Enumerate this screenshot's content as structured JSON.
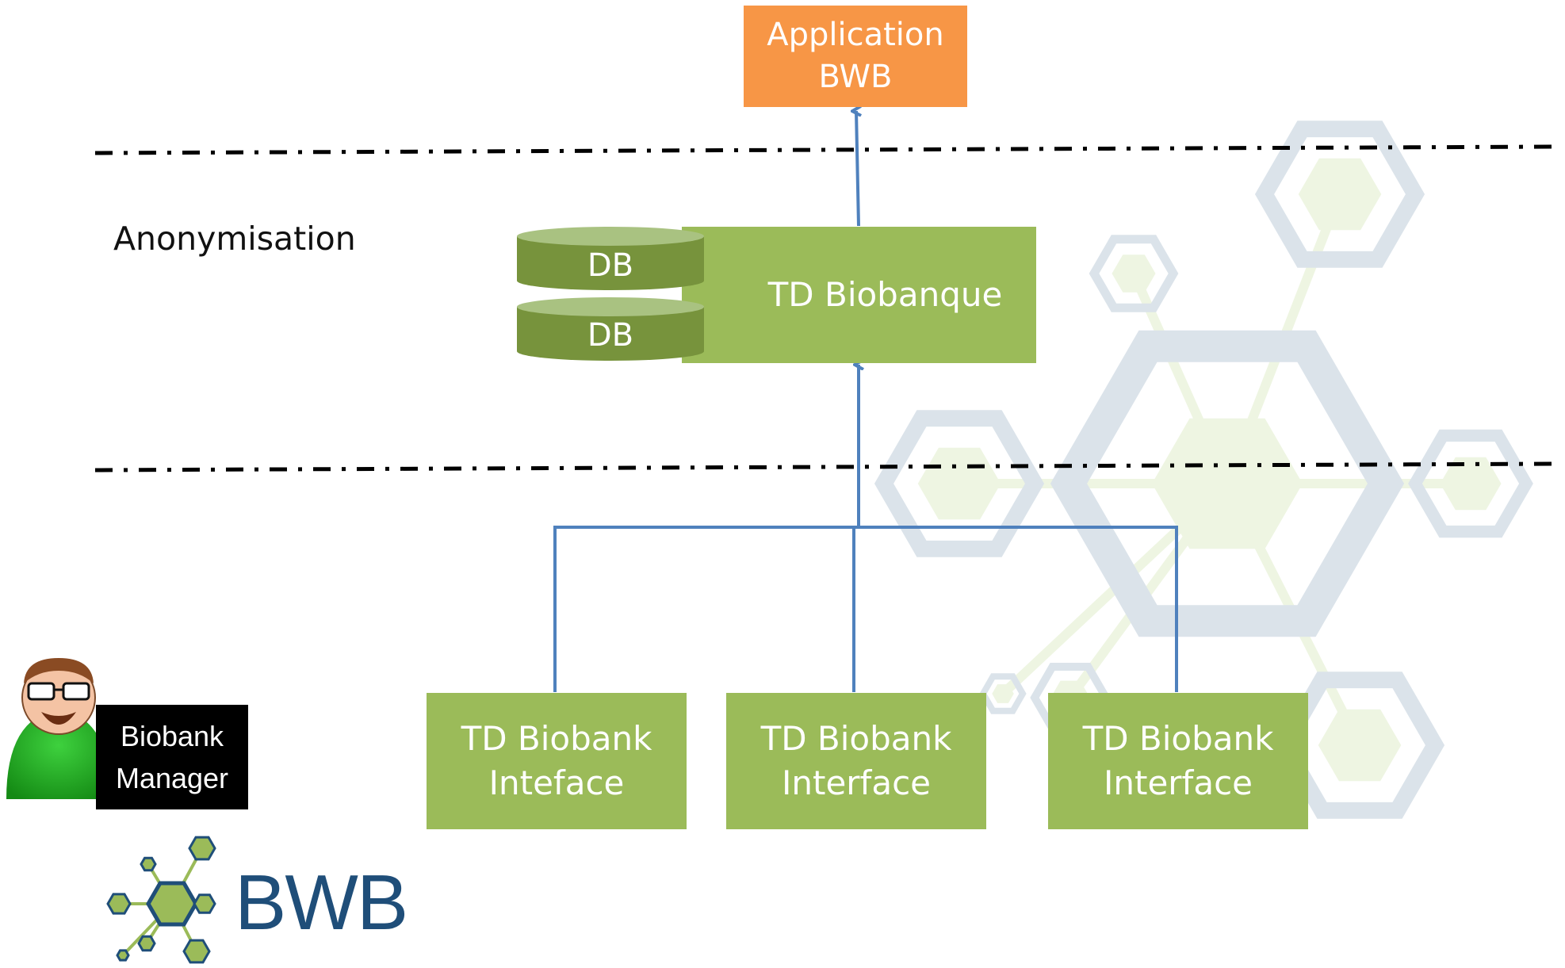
{
  "colors": {
    "orange": "#f79646",
    "green": "#9bbb59",
    "db_green": "#77933c",
    "db_top": "#a9c281",
    "arrow": "#4f81bd",
    "navy": "#1f4e79",
    "watermark_grey": "#dbe3ea",
    "watermark_green": "#eef5e2"
  },
  "application": {
    "line1": "Application",
    "line2": "BWB"
  },
  "separator_label": "Anonymisation",
  "biobanque": {
    "label": "TD Biobanque",
    "db_top": "DB",
    "db_bottom": "DB"
  },
  "interfaces": [
    {
      "line1": "TD Biobank",
      "line2": "Inteface"
    },
    {
      "line1": "TD Biobank",
      "line2": "Interface"
    },
    {
      "line1": "TD Biobank",
      "line2": "Interface"
    }
  ],
  "actor": {
    "icon": "person-icon",
    "line1": "Biobank",
    "line2": "Manager"
  },
  "logo": {
    "icon": "molecule-icon",
    "text": "BWB"
  }
}
